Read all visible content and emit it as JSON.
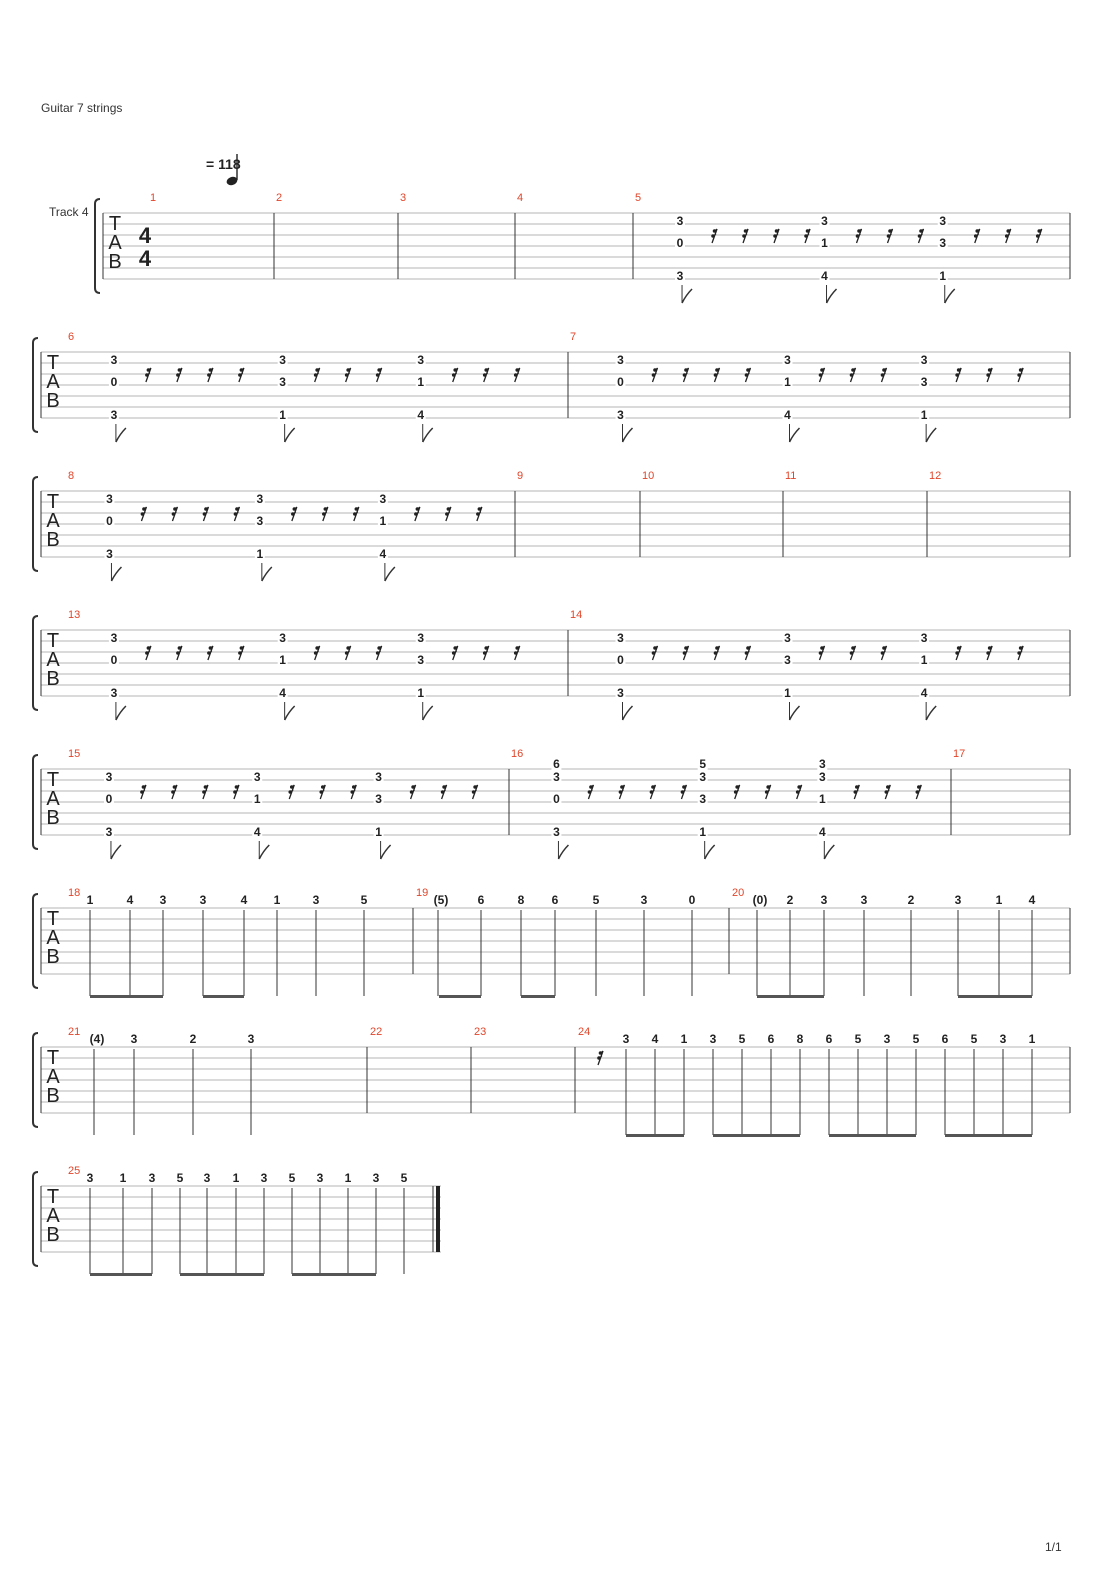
{
  "header": {
    "instrument": "Guitar 7 strings",
    "tempo": "= 118",
    "track": "Track 4",
    "page": "1/1"
  },
  "colors": {
    "measure_number": "#e0462b",
    "staff_line": "#b4b4b4",
    "text": "#222222"
  },
  "time_signature": {
    "numerator": "4",
    "denominator": "4"
  },
  "tab_clef": [
    "T",
    "A",
    "B"
  ],
  "systems": [
    {
      "measures": [
        {
          "n": "1",
          "events": []
        },
        {
          "n": "2",
          "events": []
        },
        {
          "n": "3",
          "events": []
        },
        {
          "n": "4",
          "events": []
        },
        {
          "n": "5",
          "events": [
            {
              "t": 0.08,
              "s1": "3",
              "s2": "0",
              "s3": "3",
              "rests": 4
            },
            {
              "t": 0.41,
              "s1": "3",
              "s2": "1",
              "s3": "4",
              "rests": 3
            },
            {
              "t": 0.68,
              "s1": "3",
              "s2": "3",
              "s3": "1",
              "rests": 3
            }
          ]
        }
      ]
    },
    {
      "measures": [
        {
          "n": "6",
          "events": [
            {
              "t": 0.08,
              "s1": "3",
              "s2": "0",
              "s3": "3",
              "rests": 4
            },
            {
              "t": 0.41,
              "s1": "3",
              "s2": "3",
              "s3": "1",
              "rests": 3
            },
            {
              "t": 0.68,
              "s1": "3",
              "s2": "1",
              "s3": "4",
              "rests": 3
            }
          ]
        },
        {
          "n": "7",
          "events": [
            {
              "t": 0.08,
              "s1": "3",
              "s2": "0",
              "s3": "3",
              "rests": 4
            },
            {
              "t": 0.41,
              "s1": "3",
              "s2": "1",
              "s3": "4",
              "rests": 3
            },
            {
              "t": 0.68,
              "s1": "3",
              "s2": "3",
              "s3": "1",
              "rests": 3
            }
          ]
        }
      ]
    },
    {
      "measures": [
        {
          "n": "8",
          "events": [
            {
              "t": 0.08,
              "s1": "3",
              "s2": "0",
              "s3": "3",
              "rests": 4
            },
            {
              "t": 0.41,
              "s1": "3",
              "s2": "3",
              "s3": "1",
              "rests": 3
            },
            {
              "t": 0.68,
              "s1": "3",
              "s2": "1",
              "s3": "4",
              "rests": 3
            }
          ]
        },
        {
          "n": "9",
          "events": []
        },
        {
          "n": "10",
          "events": []
        },
        {
          "n": "11",
          "events": []
        },
        {
          "n": "12",
          "events": []
        }
      ]
    },
    {
      "measures": [
        {
          "n": "13",
          "events": [
            {
              "t": 0.08,
              "s1": "3",
              "s2": "0",
              "s3": "3",
              "rests": 4
            },
            {
              "t": 0.41,
              "s1": "3",
              "s2": "1",
              "s3": "4",
              "rests": 3
            },
            {
              "t": 0.68,
              "s1": "3",
              "s2": "3",
              "s3": "1",
              "rests": 3
            }
          ]
        },
        {
          "n": "14",
          "events": [
            {
              "t": 0.08,
              "s1": "3",
              "s2": "0",
              "s3": "3",
              "rests": 4
            },
            {
              "t": 0.41,
              "s1": "3",
              "s2": "3",
              "s3": "1",
              "rests": 3
            },
            {
              "t": 0.68,
              "s1": "3",
              "s2": "1",
              "s3": "4",
              "rests": 3
            }
          ]
        }
      ]
    },
    {
      "measures": [
        {
          "n": "15",
          "events": [
            {
              "t": 0.08,
              "s1": "3",
              "s2": "0",
              "s3": "3",
              "rests": 4
            },
            {
              "t": 0.41,
              "s1": "3",
              "s2": "1",
              "s3": "4",
              "rests": 3
            },
            {
              "t": 0.68,
              "s1": "3",
              "s2": "3",
              "s3": "1",
              "rests": 3
            }
          ]
        },
        {
          "n": "16",
          "events": [
            {
              "t": 0.08,
              "top": "6",
              "s1": "3",
              "s2": "0",
              "s3": "3",
              "rests": 4
            },
            {
              "t": 0.41,
              "top": "5",
              "s1": "3",
              "s2": "3",
              "s3": "1",
              "rests": 3
            },
            {
              "t": 0.68,
              "top": "3",
              "s1": "3",
              "s2": "1",
              "s3": "4",
              "rests": 3
            }
          ]
        },
        {
          "n": "17",
          "events": []
        }
      ]
    }
  ],
  "melodic": [
    {
      "measures": [
        {
          "n": "18",
          "notes": [
            "1",
            "4",
            "3",
            "3",
            "4",
            "1",
            "3",
            "5"
          ]
        },
        {
          "n": "19",
          "notes": [
            "(5)",
            "6",
            "8",
            "6",
            "5",
            "3",
            "0"
          ]
        },
        {
          "n": "20",
          "notes": [
            "(0)",
            "2",
            "3",
            "3",
            "2",
            "3",
            "1",
            "4"
          ]
        }
      ]
    },
    {
      "measures": [
        {
          "n": "21",
          "notes": [
            "(4)",
            "3",
            "2",
            "3"
          ]
        },
        {
          "n": "22",
          "notes": []
        },
        {
          "n": "23",
          "notes": []
        },
        {
          "n": "24",
          "notes": [
            "3",
            "4",
            "1",
            "3",
            "5",
            "6",
            "8",
            "6",
            "5",
            "3",
            "5",
            "6",
            "5",
            "3",
            "1"
          ]
        }
      ]
    },
    {
      "measures": [
        {
          "n": "25",
          "notes": [
            "3",
            "1",
            "3",
            "5",
            "3",
            "1",
            "3",
            "5",
            "3",
            "1",
            "3",
            "5"
          ]
        }
      ]
    }
  ]
}
